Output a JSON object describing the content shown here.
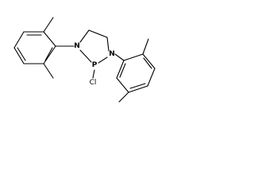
{
  "molecule": {
    "atoms": {
      "n_left": "N",
      "n_right": "N",
      "phosphorus": "P",
      "chlorine": "Cl"
    }
  }
}
